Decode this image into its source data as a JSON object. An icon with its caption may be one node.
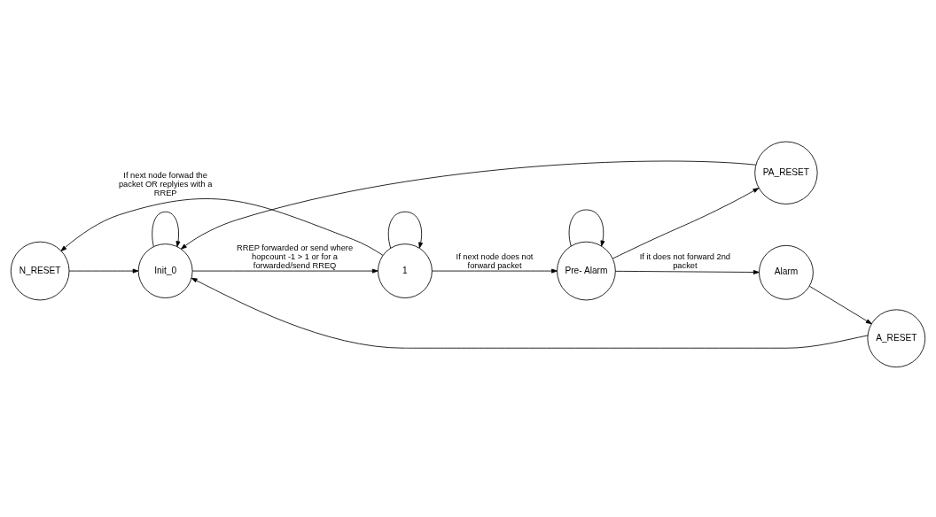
{
  "diagram": {
    "nodes": [
      {
        "text": [
          "N_RESET"
        ]
      },
      {
        "text": [
          "Init_0"
        ]
      },
      {
        "text": [
          "1"
        ]
      },
      {
        "text": [
          "Pre- Alarm"
        ]
      },
      {
        "text": [
          "Alarm"
        ]
      },
      {
        "text": [
          "PA_RESET"
        ]
      },
      {
        "text": [
          "A_RESET"
        ]
      }
    ],
    "edges": [
      {
        "from": 1,
        "to": 1,
        "arrow": "to"
      },
      {
        "from": 1,
        "to": 2,
        "arrow": "to",
        "label": "RREP forwarded or send where hopcount -1 > 1 or for a forwarded/send RREQ"
      },
      {
        "from": 2,
        "to": 2,
        "arrow": "to"
      },
      {
        "from": 2,
        "to": 0,
        "arrow": "to",
        "label": "If next node forwad the packet OR replyies with a RREP"
      },
      {
        "from": 0,
        "to": 1,
        "arrow": "to"
      },
      {
        "from": 2,
        "to": 3,
        "arrow": "to",
        "label": "If next node does not forward packet"
      },
      {
        "from": 3,
        "to": 3,
        "arrow": "to"
      },
      {
        "from": 3,
        "to": 4,
        "arrow": "to",
        "label": "If it does not forward 2nd packet"
      },
      {
        "from": 3,
        "to": 5,
        "arrow": "to"
      },
      {
        "from": 5,
        "to": 1,
        "arrow": "to"
      },
      {
        "from": 4,
        "to": 6,
        "arrow": "to"
      },
      {
        "from": 6,
        "to": 1,
        "arrow": "to"
      }
    ]
  }
}
